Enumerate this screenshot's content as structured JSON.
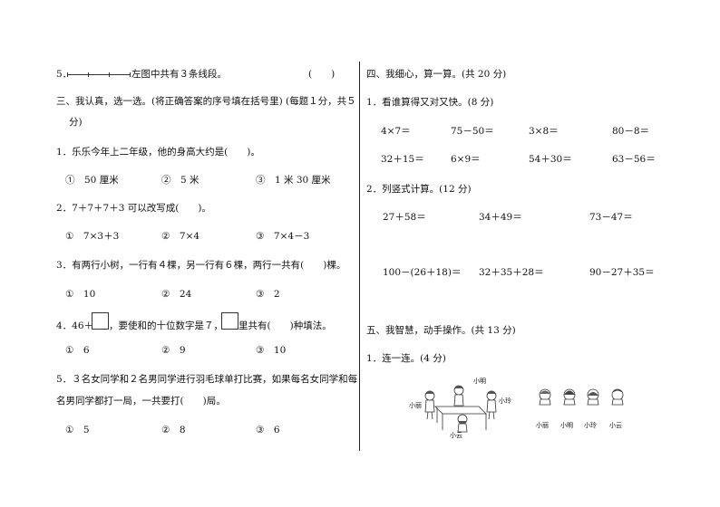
{
  "left": {
    "q5": {
      "num": "5．",
      "text": "左图中共有３条线段。",
      "paren": "(　　)"
    },
    "section3": {
      "title": "三、我认真，选一选。(将正确答案的序号填在括号里) (每题１分，共５",
      "title_cont": "分)"
    },
    "choices": [
      {
        "q": "1．乐乐今年上二年级，他的身高大约是(　　)。",
        "opts": [
          "①　50 厘米",
          "②　5 米",
          "③　1 米 30 厘米"
        ]
      },
      {
        "q": "2．7＋7＋7＋3 可以改写成(　　)。",
        "opts": [
          "①　7×3＋3",
          "②　7×4",
          "③　7×4－3"
        ]
      },
      {
        "q": "3．有两行小树，一行有４棵，另一行有６棵，两行一共有(　　)棵。",
        "opts": [
          "①　10",
          "②　24",
          "③　2"
        ]
      },
      {
        "q4a": "4．46＋2",
        "q4b": "，要使和的十位数字是７，",
        "q4c": "里共有(　　)种填法。",
        "opts": [
          "①　6",
          "②　9",
          "③　10"
        ]
      },
      {
        "q": "5．３名女同学和２名男同学进行羽毛球单打比赛，如果每名女同学和每",
        "q_cont": "名男同学都打一局，一共要打(　　)局。",
        "opts": [
          "①　5",
          "②　8",
          "③　6"
        ]
      }
    ]
  },
  "right": {
    "section4": "四、我细心，算一算。(共 20 分)",
    "q1": "1．看谁算得又对又快。(8 分)",
    "row1": [
      "4×7＝",
      "75－50＝",
      "3×8＝",
      "80－8＝"
    ],
    "row2": [
      "32＋15＝",
      "6×9＝",
      "54＋30＝",
      "63－56＝"
    ],
    "q2": "2．列竖式计算。(12 分)",
    "row3": [
      "27＋58＝",
      "34＋49＝",
      "73－47＝"
    ],
    "row4": [
      "100－(26＋18)＝",
      "32＋35＋28＝",
      "90－27＋35＝"
    ],
    "section5": "五、我智慧，动手操作。(共 13 分)",
    "q5_1": "1．连一连。(4 分)",
    "kids": [
      "小明",
      "小丽",
      "小玲",
      "小云"
    ],
    "views": [
      "小丽",
      "小明",
      "小玲",
      "小云"
    ]
  }
}
